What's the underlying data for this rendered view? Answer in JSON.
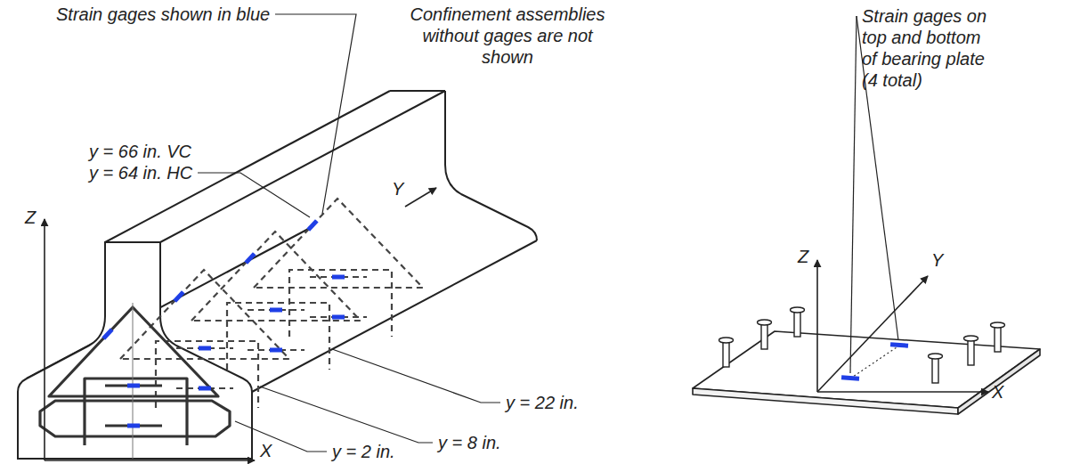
{
  "diagram": {
    "labels": [
      "Strain gages shown in blue",
      "Confinement assemblies without gages are not shown",
      "y = 66 in. VC",
      "y = 64 in. HC",
      "Z",
      "Y",
      "y = 22 in.",
      "y = 8 in.",
      "y = 2 in.",
      "X",
      "Strain gages on top and bottom of bearing plate (4 total)",
      "Z",
      "Y",
      "X"
    ]
  }
}
